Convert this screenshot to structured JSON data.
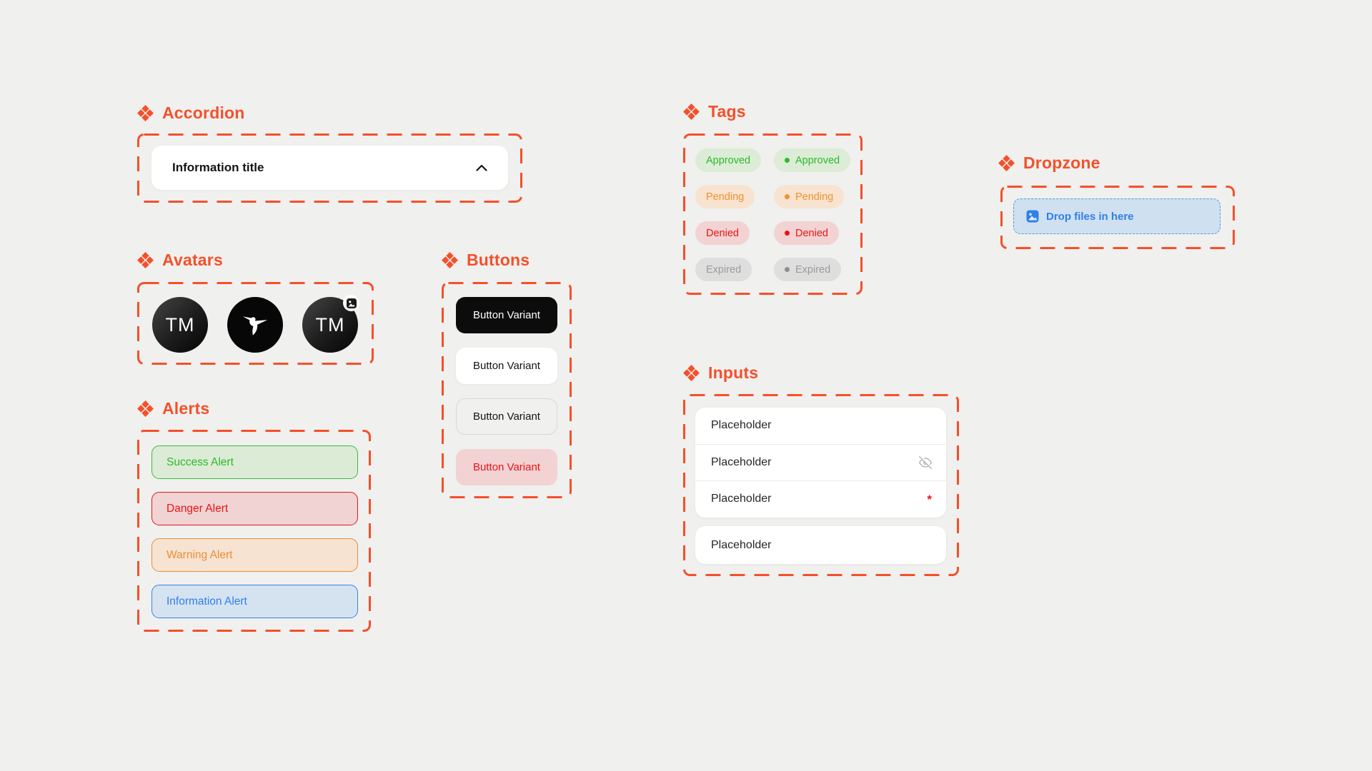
{
  "colors": {
    "accent": "#F4502B",
    "page_bg": "#F0F0EE",
    "success": "#2DB92D",
    "success_bg": "#DCECD6",
    "warning": "#EF8C35",
    "warning_bg": "#F6E3D1",
    "danger": "#E81515",
    "danger_bg": "#F2D2D2",
    "info": "#2F80E8",
    "info_bg": "#D5E3F1",
    "neutral": "#9B9B9B",
    "neutral_bg": "#DEDEDE"
  },
  "accordion": {
    "title": "Accordion",
    "item": {
      "label": "Information title",
      "state_icon": "chevron-up-icon"
    }
  },
  "avatars": {
    "title": "Avatars",
    "items": [
      {
        "type": "initials",
        "label": "TM"
      },
      {
        "type": "logo",
        "icon": "hummingbird-icon"
      },
      {
        "type": "initials-with-badge",
        "label": "TM",
        "badge_icon": "image-badge-icon"
      }
    ]
  },
  "alerts": {
    "title": "Alerts",
    "items": [
      {
        "label": "Success Alert",
        "variant": "success"
      },
      {
        "label": "Danger Alert",
        "variant": "danger"
      },
      {
        "label": "Warning Alert",
        "variant": "warning"
      },
      {
        "label": "Information Alert",
        "variant": "info"
      }
    ]
  },
  "buttons": {
    "title": "Buttons",
    "items": [
      {
        "label": "Button Variant",
        "variant": "solid-dark"
      },
      {
        "label": "Button Variant",
        "variant": "solid-light"
      },
      {
        "label": "Button Variant",
        "variant": "outline"
      },
      {
        "label": "Button Variant",
        "variant": "danger-soft"
      }
    ]
  },
  "tags": {
    "title": "Tags",
    "plain": [
      {
        "label": "Approved",
        "variant": "success"
      },
      {
        "label": "Pending",
        "variant": "warning"
      },
      {
        "label": "Denied",
        "variant": "danger"
      },
      {
        "label": "Expired",
        "variant": "neutral"
      }
    ],
    "with_dot": [
      {
        "label": "Approved",
        "variant": "success"
      },
      {
        "label": "Pending",
        "variant": "warning"
      },
      {
        "label": "Denied",
        "variant": "danger"
      },
      {
        "label": "Expired",
        "variant": "neutral"
      }
    ]
  },
  "inputs": {
    "title": "Inputs",
    "group": [
      {
        "placeholder": "Placeholder"
      },
      {
        "placeholder": "Placeholder",
        "adornment_icon": "eye-off-icon"
      },
      {
        "placeholder": "Placeholder",
        "required_marker": "*"
      }
    ],
    "single": {
      "placeholder": "Placeholder"
    }
  },
  "dropzone": {
    "title": "Dropzone",
    "icon": "image-icon",
    "label": "Drop files in here"
  }
}
